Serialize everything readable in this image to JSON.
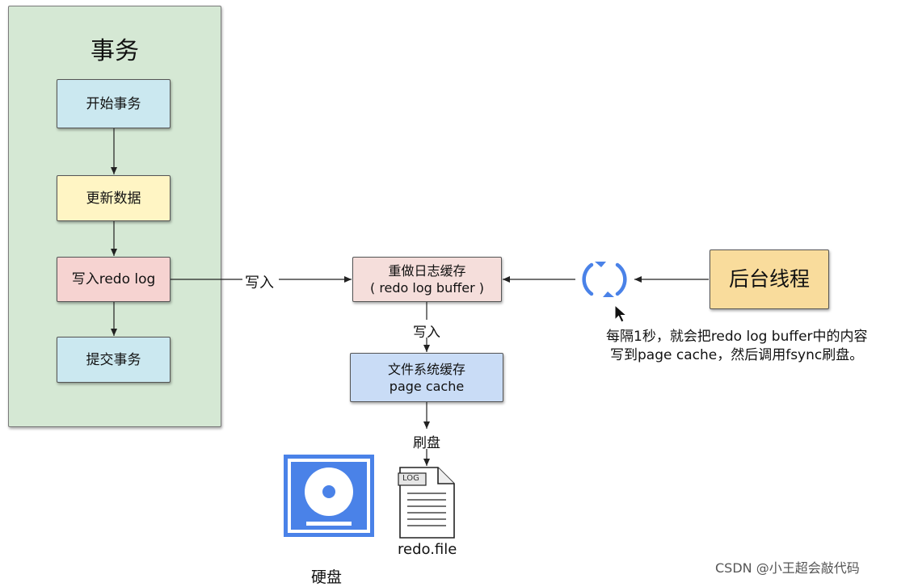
{
  "transaction_panel": {
    "title": "事务",
    "steps": [
      "开始事务",
      "更新数据",
      "写入redo log",
      "提交事务"
    ]
  },
  "redo_log_buffer": {
    "line1": "重做日志缓存",
    "line2": "( redo log buffer )"
  },
  "page_cache": {
    "line1": "文件系统缓存",
    "line2": "page cache"
  },
  "background_thread": {
    "label": "后台线程"
  },
  "edge_labels": {
    "write_to_buffer": "写入",
    "write_to_cache": "写入",
    "flush": "刷盘"
  },
  "note": {
    "line1": "每隔1秒，就会把redo log buffer中的内容",
    "line2": "写到page cache，然后调用fsync刷盘。"
  },
  "disk": {
    "label": "硬盘"
  },
  "log_file": {
    "tag": "LOG",
    "label": "redo.file"
  },
  "watermark": "CSDN @小王超会敲代码",
  "colors": {
    "panel_bg": "#d5e8d4",
    "blue_box": "#cbe8f0",
    "yellow_box": "#fff5c4",
    "red_box": "#f6d3d1",
    "buffer_box": "#f5dedb",
    "cache_box": "#c9dcf6",
    "thread_box": "#f9dc9c",
    "disk_icon": "#4a82e8",
    "cycle_icon": "#4a82e8"
  },
  "icons": [
    "refresh-cycle-icon",
    "hard-disk-icon",
    "log-file-icon",
    "mouse-cursor-icon"
  ]
}
